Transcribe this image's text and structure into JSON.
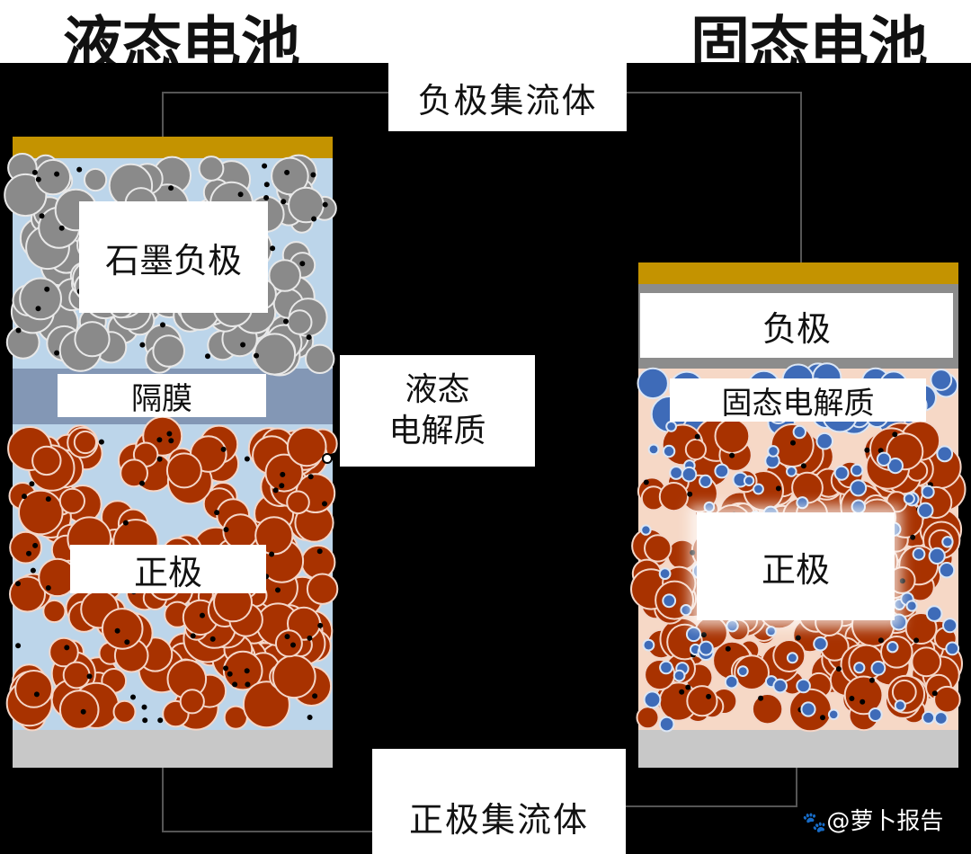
{
  "titles": {
    "liquid": "液态电池",
    "solid": "固态电池"
  },
  "labels": {
    "anode_collector": "负极集流体",
    "cathode_collector": "正极集流体",
    "graphite_anode": "石墨负极",
    "separator": "隔膜",
    "liquid_electrolyte_line1": "液态",
    "liquid_electrolyte_line2": "电解质",
    "liquid_cathode": "正极",
    "solid_anode": "负极",
    "solid_electrolyte": "固态电解质",
    "solid_cathode": "正极"
  },
  "watermark": "@萝卜报告",
  "colors": {
    "collector_gold": "#c49300",
    "collector_gray": "#c8c8c8",
    "graphite": "#8a8a8a",
    "cathode_particle": "#a83200",
    "electrolyte_blue": "#3e6bb8",
    "liquid_bg": "#bcd5ea",
    "separator": "#8397b5"
  }
}
